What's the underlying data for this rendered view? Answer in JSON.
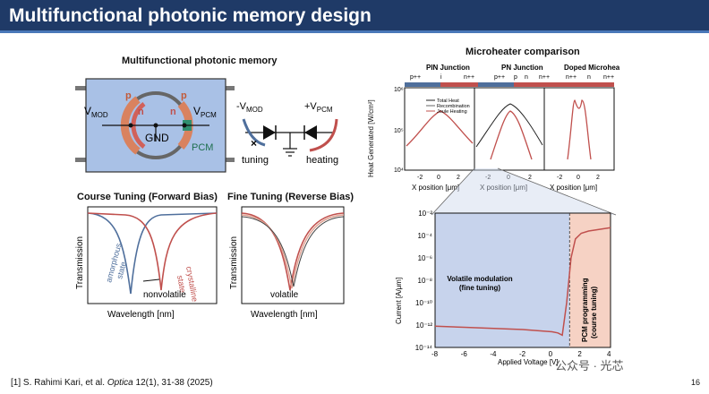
{
  "slide": {
    "title": "Multifunctional photonic memory design",
    "page_number": "16",
    "citation_prefix": "[1] S. Rahimi Kari, et al. ",
    "citation_journal": "Optica",
    "citation_suffix": " 12(1), 31-38 (2025)",
    "watermark": "公众号 · 光芯"
  },
  "device": {
    "heading": "Multifunctional photonic memory",
    "v_mod": "V",
    "v_mod_sub": "MOD",
    "v_pcm": "V",
    "v_pcm_sub": "PCM",
    "gnd": "GND",
    "p_left": "p",
    "n_left": "n",
    "p_right": "p",
    "n_right": "n",
    "pcm": "PCM",
    "circuit_neg": "-V",
    "circuit_neg_sub": "MOD",
    "circuit_pos": "+V",
    "circuit_pos_sub": "PCM",
    "tuning": "tuning",
    "heating": "heating"
  },
  "course": {
    "heading": "Course Tuning (Forward Bias)",
    "ylabel": "Transmission",
    "xlabel": "Wavelength [nm]",
    "amorphous": "amorphous",
    "amorphous2": "state",
    "crystalline": "crystalline",
    "crystalline2": "state",
    "nonvolatile": "nonvolatile"
  },
  "fine": {
    "heading": "Fine Tuning (Reverse Bias)",
    "ylabel": "Transmission",
    "xlabel": "Wavelength [nm]",
    "volatile": "volatile"
  },
  "microheater": {
    "heading": "Microheater comparison",
    "ylabel": "Heat Generated [W/cm²]",
    "xlabel": "X position [μm]",
    "panels": [
      {
        "title": "PIN Junction",
        "regions": [
          "p++",
          "i",
          "n++"
        ]
      },
      {
        "title": "PN Junction",
        "regions": [
          "p++",
          "p",
          "n",
          "n++"
        ]
      },
      {
        "title": "Doped Microheater",
        "regions": [
          "n++",
          "n",
          "n++"
        ]
      }
    ],
    "legend": [
      "Total Heat",
      "Recombination",
      "Joule Heating"
    ],
    "ticks_x": [
      "-2",
      "0",
      "2"
    ],
    "ticks_y": [
      "10⁶",
      "10⁵",
      "10⁴"
    ]
  },
  "iv": {
    "ylabel": "Current [A/μm]",
    "xlabel": "Applied Voltage [V]",
    "region1": "Volatile modulation",
    "region1b": "(fine tuning)",
    "region2": "PCM programming",
    "region2b": "(course tuning)",
    "xticks": [
      "-8",
      "-6",
      "-4",
      "-2",
      "0",
      "2",
      "4"
    ],
    "yticks": [
      "10⁻²",
      "10⁻⁴",
      "10⁻⁶",
      "10⁻⁸",
      "10⁻¹⁰",
      "10⁻¹²",
      "10⁻¹⁴"
    ]
  },
  "colors": {
    "title_bar": "#1f3a67",
    "device_blue": "#a9c1e6",
    "p_region": "#d9825f",
    "n_region": "#d1615a",
    "trace_red": "#c0504d",
    "trace_blue": "#4f6f9c",
    "volatile_region": "#c7d3ec",
    "pcm_region": "#f6d2c4"
  },
  "chart_data": {
    "type": "line",
    "xlabel": "Applied Voltage [V]",
    "ylabel": "Current [A/μm]",
    "xlim": [
      -8,
      4
    ],
    "ylim": [
      -14,
      -2
    ],
    "scale_y": "log",
    "x": [
      -8,
      -6,
      -4,
      -2,
      0,
      0.4,
      0.7,
      1.0,
      1.3,
      1.6,
      2,
      2.5,
      3,
      3.5,
      4
    ],
    "series": [
      {
        "values": [
          -12.1,
          -12.2,
          -12.3,
          -12.4,
          -12.6,
          -12.7,
          -12.9,
          -10,
          -6,
          -4.3,
          -3.8,
          -3.6,
          -3.5,
          -3.4,
          -3.3
        ]
      }
    ]
  }
}
